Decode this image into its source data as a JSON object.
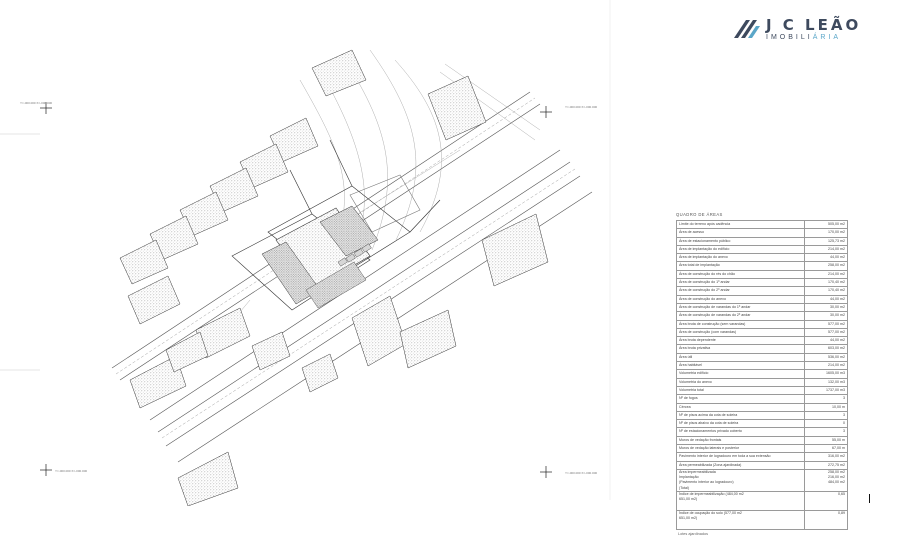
{
  "brand": {
    "name": "J C LEÃO",
    "sub_left": "IMOBILI",
    "sub_right": "ÁRIA",
    "colors": {
      "text": "#3e4a5e",
      "accent": "#5aa6c8"
    }
  },
  "table": {
    "title": "QUADRO DE ÁREAS",
    "rows": [
      {
        "label": "Limite do terreno após cadência",
        "value": "505,00 m2"
      },
      {
        "label": "Área de acesso",
        "value": "170,00 m2"
      },
      {
        "label": "Área de estacionamento público",
        "value": "125,73 m2"
      },
      {
        "label": "Área de implantação do edifício",
        "value": "214,00 m2"
      },
      {
        "label": "Área de implantação do anexo",
        "value": "44,00 m2"
      },
      {
        "label": "Área total de implantação",
        "value": "258,00 m2"
      },
      {
        "label": "Área de construção do rés do chão",
        "value": "214,00 m2"
      },
      {
        "label": "Área de construção do 1º andar",
        "value": "170,40 m2"
      },
      {
        "label": "Área de construção do 2º andar",
        "value": "170,40 m2"
      },
      {
        "label": "Área de construção do anexo",
        "value": "44,00 m2"
      },
      {
        "label": "Área de construção de varandas do 1º andar",
        "value": "30,00 m2"
      },
      {
        "label": "Área de construção de varandas do 2º andar",
        "value": "30,00 m2"
      },
      {
        "label": "Área bruta de construção (sem varandas)",
        "value": "577,00 m2"
      },
      {
        "label": "Área de construção (com varandas)",
        "value": "577,00 m2"
      },
      {
        "label": "Área bruta dependente",
        "value": "44,00 m2"
      },
      {
        "label": "Área bruta privativa",
        "value": "603,00 m2"
      },
      {
        "label": "Área útil",
        "value": "536,00 m2"
      },
      {
        "label": "Área habitável",
        "value": "214,00 m2"
      },
      {
        "label": "Volumetria edifício",
        "value": "1605,00 m3"
      },
      {
        "label": "Volumetria do anexo",
        "value": "132,00 m3"
      },
      {
        "label": "Volumetria total",
        "value": "1737,00 m3"
      },
      {
        "label": "Nº de fogos",
        "value": "3"
      },
      {
        "label": "Cércea",
        "value": "10,00 m"
      },
      {
        "label": "Nº de pisos acima da cota de soleira",
        "value": "3"
      },
      {
        "label": "Nº de pisos abaixo da cota de soleira",
        "value": "0"
      },
      {
        "label": "Nº de estacionamentos privado coberto",
        "value": "3"
      },
      {
        "label": "Muros de vedação frontais",
        "value": "55,00 m"
      },
      {
        "label": "Muros de vedação laterais e posterior",
        "value": "67,00 m"
      },
      {
        "label": "Pavimento interior de logradouro em toda a sua extensão",
        "value": "316,00 m2"
      },
      {
        "label": "Área permeabilizada (Zona ajardinada)",
        "value": "272,75 m2"
      },
      {
        "label": "Área impermeabilizada / Implantação / (Pavimento interior ao logradouro) / (Total)",
        "value": "258,00 m2 / 216,00 m2 / 484,00 m2"
      },
      {
        "label": "Índice de impermeabilização (484,00 m2 / 651,00 m2)",
        "value": "0,65"
      },
      {
        "label": "Índice de ocupação do solo (577,00 m2 / 651,00 m2)",
        "value": "0,89"
      }
    ],
    "footer": "Lotes ajardinados"
  },
  "coords": {
    "tl": "Y=-000.000  X=-000.000",
    "tr": "Y=-000.000  X=-000.000",
    "bl": "Y=-000.000  X=-000.000",
    "br": "Y=-000.000  X=-000.000"
  }
}
